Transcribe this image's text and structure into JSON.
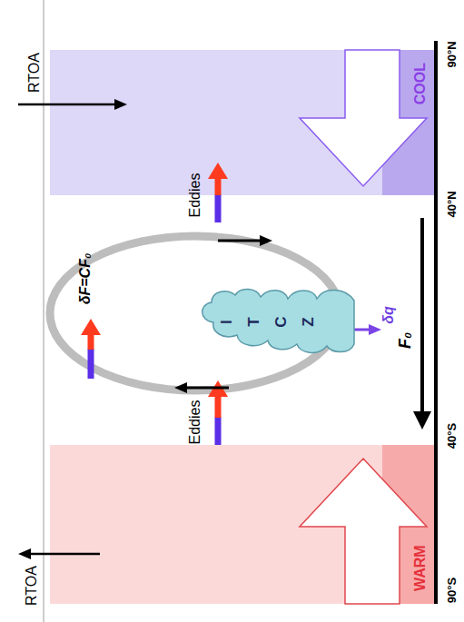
{
  "diagram": {
    "nodes": [
      {
        "text": [
          "WARM"
        ]
      },
      {
        "text": [
          "ITCZ"
        ]
      },
      {
        "text": [
          "COOL"
        ]
      }
    ],
    "labels": [
      "RTOA",
      "Eddies",
      "δF=CF₀",
      "δq",
      "F₀",
      "Eddies",
      "RTOA",
      "90°S",
      "40°S",
      "40°N",
      "90°N"
    ]
  }
}
